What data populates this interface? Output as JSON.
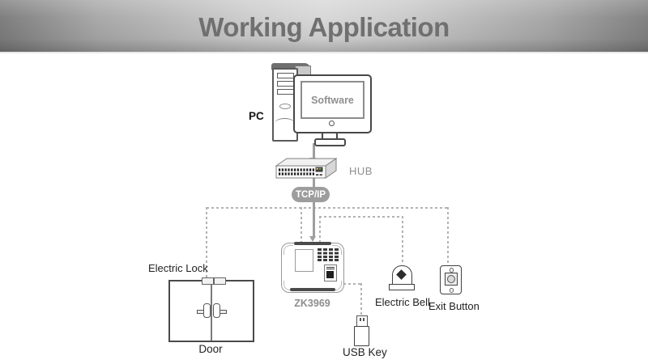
{
  "title": "Working Application",
  "nodes": {
    "pc": {
      "label": "PC"
    },
    "software": {
      "label": "Software"
    },
    "hub": {
      "label": "HUB"
    },
    "tcpip": {
      "label": "TCP/IP"
    },
    "device": {
      "label": "ZK3969"
    },
    "electric_lock": {
      "label": "Electric Lock"
    },
    "door": {
      "label": "Door"
    },
    "usb_key": {
      "label": "USB Key"
    },
    "electric_bell": {
      "label": "Electric Bell"
    },
    "exit_button": {
      "label": "Exit Button"
    }
  },
  "connections": [
    {
      "from": "PC",
      "to": "HUB",
      "style": "solid-arrow"
    },
    {
      "from": "HUB",
      "to": "ZK3969",
      "via": "TCP/IP",
      "style": "solid-arrow"
    },
    {
      "from": "ZK3969",
      "to": "Electric Lock",
      "style": "dashed"
    },
    {
      "from": "ZK3969",
      "to": "Exit Button",
      "style": "dashed"
    },
    {
      "from": "ZK3969",
      "to": "Electric Bell",
      "style": "dashed"
    },
    {
      "from": "ZK3969",
      "to": "USB Key",
      "style": "dashed"
    }
  ],
  "colors": {
    "banner_edge": "#7e7e7e",
    "banner_center": "#d8d8d8",
    "title_text": "#707070",
    "connector_solid": "#9e9e9e",
    "connector_dashed": "#b3b3b3",
    "pill_bg": "#9d9d9d",
    "pill_text": "#ffffff",
    "muted_label": "#8d8d8d",
    "dark_label": "#222222",
    "line_art": "#4a4a4a"
  }
}
